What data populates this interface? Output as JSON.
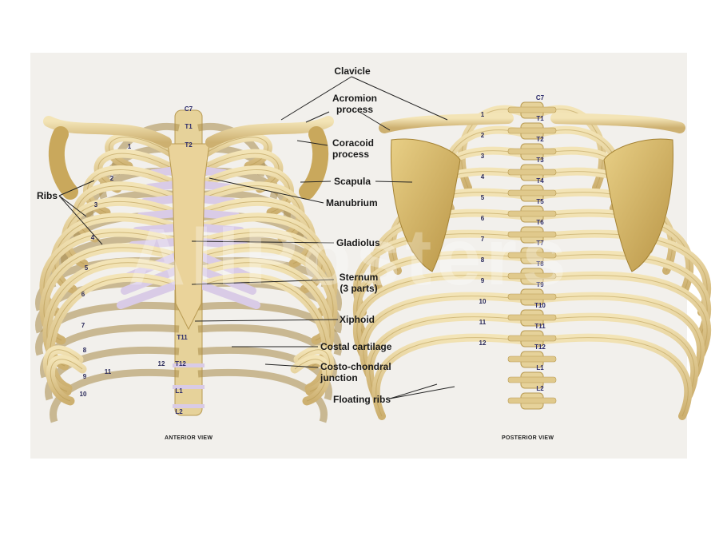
{
  "labels": {
    "clavicle": "Clavicle",
    "acromion_1": "Acromion",
    "acromion_2": "process",
    "coracoid_1": "Coracoid",
    "coracoid_2": "process",
    "scapula": "Scapula",
    "manubrium": "Manubrium",
    "ribs": "Ribs",
    "gladiolus": "Gladiolus",
    "sternum_1": "Sternum",
    "sternum_2": "(3 parts)",
    "xiphoid": "Xiphoid",
    "costal_cartilage": "Costal cartilage",
    "costochondral_1": "Costo-chondral",
    "costochondral_2": "junction",
    "floating_ribs": "Floating ribs"
  },
  "views": {
    "anterior": "ANTERIOR VIEW",
    "posterior": "POSTERIOR VIEW"
  },
  "anterior_vertebrae": [
    "C7",
    "T1",
    "T2",
    "T11",
    "T12",
    "L1",
    "L2"
  ],
  "anterior_rib_numbers": [
    "1",
    "2",
    "3",
    "4",
    "5",
    "6",
    "7",
    "8",
    "9",
    "10",
    "11",
    "12"
  ],
  "posterior_vertebrae": [
    "C7",
    "T1",
    "T2",
    "T3",
    "T4",
    "T5",
    "T6",
    "T7",
    "T8",
    "T9",
    "T10",
    "T11",
    "T12",
    "L1",
    "L2"
  ],
  "posterior_rib_numbers": [
    "1",
    "2",
    "3",
    "4",
    "5",
    "6",
    "7",
    "8",
    "9",
    "10",
    "11",
    "12"
  ],
  "watermark": "AllPosters",
  "colors": {
    "bone": "#e6d29a",
    "bone_dark": "#b89a52",
    "cartilage": "#d9cbe6",
    "background": "#f2f0ec"
  }
}
